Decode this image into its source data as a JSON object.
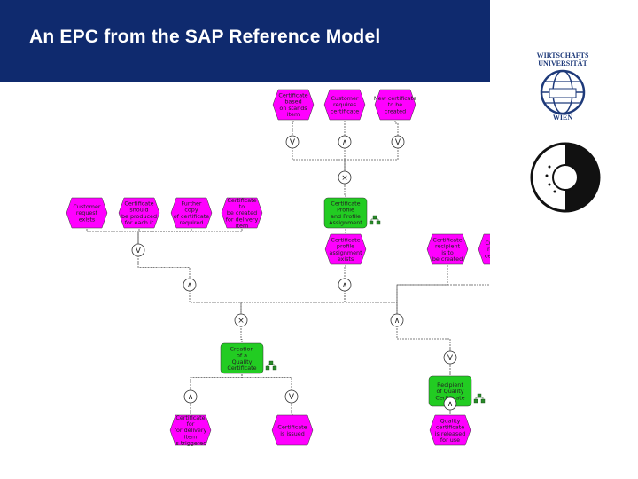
{
  "title": "An EPC from the SAP Reference Model",
  "logos": {
    "wu_line1": "WIRTSCHAFTS",
    "wu_line2": "UNIVERSITÄT",
    "wu_line3": "WIEN"
  },
  "colors": {
    "header": "#0f2a6e",
    "event": "#ff00ff",
    "function": "#22cc22",
    "connector": "#ffffff",
    "line": "#555555"
  },
  "events": [
    {
      "id": "e1",
      "lines": [
        "Certificate",
        "based",
        "on stands",
        "item"
      ]
    },
    {
      "id": "e2",
      "lines": [
        "Customer",
        "requires",
        "certificate"
      ]
    },
    {
      "id": "e3",
      "lines": [
        "New certificate",
        "to be",
        "created"
      ]
    },
    {
      "id": "e4",
      "lines": [
        "Customer",
        "request",
        "exists"
      ]
    },
    {
      "id": "e5",
      "lines": [
        "Certificate",
        "should",
        "be produced",
        "for each it"
      ]
    },
    {
      "id": "e6",
      "lines": [
        "Further",
        "copy",
        "of certificate",
        "required"
      ]
    },
    {
      "id": "e7",
      "lines": [
        "Certificate",
        "to",
        "be created",
        "for delivery",
        "item"
      ]
    },
    {
      "id": "e8",
      "lines": [
        "Certificate",
        "profile",
        "assignment",
        "exists"
      ]
    },
    {
      "id": "e9",
      "lines": [
        "Certificate",
        "recipient",
        "is to",
        "be created"
      ]
    },
    {
      "id": "e10",
      "lines": [
        "Customer",
        "requires",
        "certificate"
      ]
    },
    {
      "id": "e11",
      "lines": [
        "Certificate",
        "for",
        "for delivery",
        "item",
        "is triggered"
      ]
    },
    {
      "id": "e12",
      "lines": [
        "Certificate",
        "is issued"
      ]
    },
    {
      "id": "e13",
      "lines": [
        "Quality",
        "certificate",
        "is released",
        "for use"
      ]
    }
  ],
  "functions": [
    {
      "id": "f1",
      "lines": [
        "Certificate",
        "Profile",
        "and Profile",
        "Assignment"
      ]
    },
    {
      "id": "f2",
      "lines": [
        "Creation",
        "of a",
        "Quality",
        "Certificate"
      ]
    },
    {
      "id": "f3",
      "lines": [
        "Recipient",
        "of Quality",
        "Certificate"
      ]
    }
  ],
  "connectors": [
    {
      "id": "c1",
      "symbol": "V"
    },
    {
      "id": "c2",
      "symbol": "∧"
    },
    {
      "id": "c3",
      "symbol": "V"
    },
    {
      "id": "c4",
      "symbol": "×"
    },
    {
      "id": "c5",
      "symbol": "V"
    },
    {
      "id": "c6",
      "symbol": "∧"
    },
    {
      "id": "c7",
      "symbol": "∧"
    },
    {
      "id": "c8",
      "symbol": "×"
    },
    {
      "id": "c9",
      "symbol": "∧"
    },
    {
      "id": "c10",
      "symbol": "V"
    },
    {
      "id": "c11",
      "symbol": "V"
    },
    {
      "id": "c12",
      "symbol": "∧"
    },
    {
      "id": "c13",
      "symbol": "∧"
    }
  ]
}
